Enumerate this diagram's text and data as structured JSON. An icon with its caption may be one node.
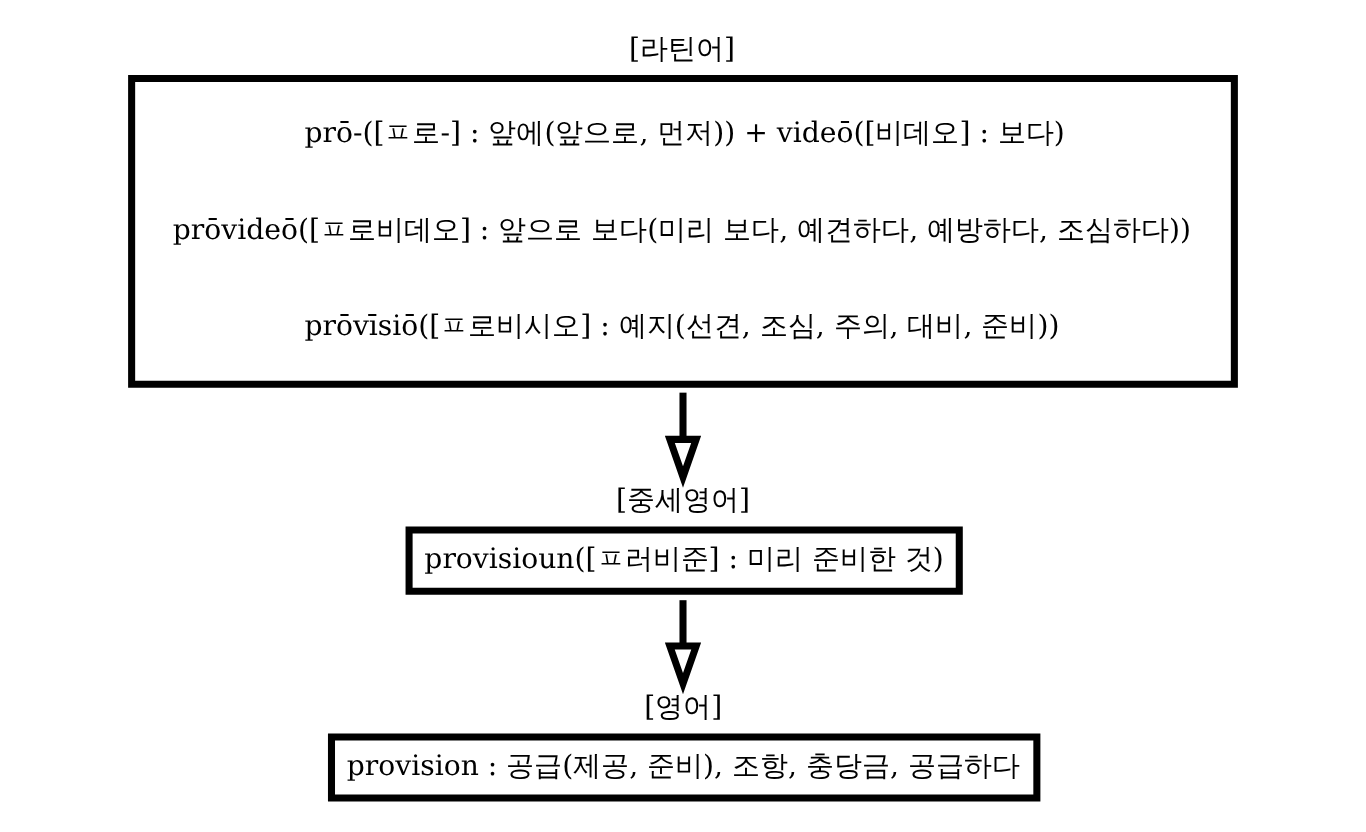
{
  "diagram": {
    "nodes": [
      {
        "text": [
          "[라틴어]",
          "prō-([ㅍ로-] : 앞에(앞으로, 먼저)) + videō([비데오] : 보다)",
          "prōvideō([ㅍ로비데오] : 앞으로 보다(미리 보다, 예견하다, 예방하다, 조심하다))",
          "prōvīsiō([ㅍ로비시오] : 예지(선견, 조심, 주의, 대비, 준비))"
        ]
      },
      {
        "text": [
          "[중세영어]",
          "provisioun([ㅍ러비준] : 미리 준비한 것)"
        ]
      },
      {
        "text": [
          "[영어]",
          "provision : 공급(제공, 준비), 조항, 충당금, 공급하다"
        ]
      }
    ],
    "edges": [
      {
        "from": 0,
        "to": 1,
        "arrow": "to"
      },
      {
        "from": 1,
        "to": 2,
        "arrow": "to"
      }
    ]
  }
}
